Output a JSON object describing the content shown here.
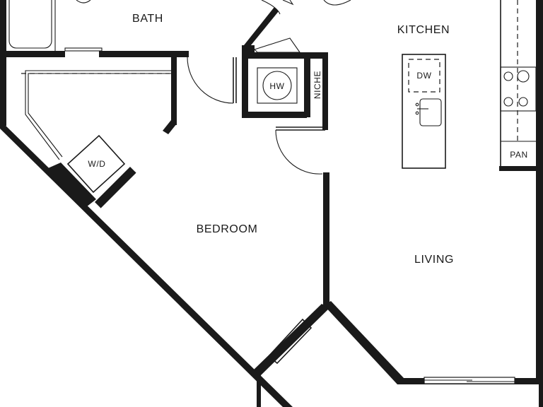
{
  "rooms": {
    "bath": "BATH",
    "kitchen": "KITCHEN",
    "bedroom": "BEDROOM",
    "living": "LIVING"
  },
  "fixtures": {
    "hw": "HW",
    "niche": "NICHE",
    "dw": "DW",
    "wd": "W/D",
    "pan": "PAN"
  },
  "colors": {
    "wall": "#1a1a1a",
    "background": "#ffffff"
  }
}
